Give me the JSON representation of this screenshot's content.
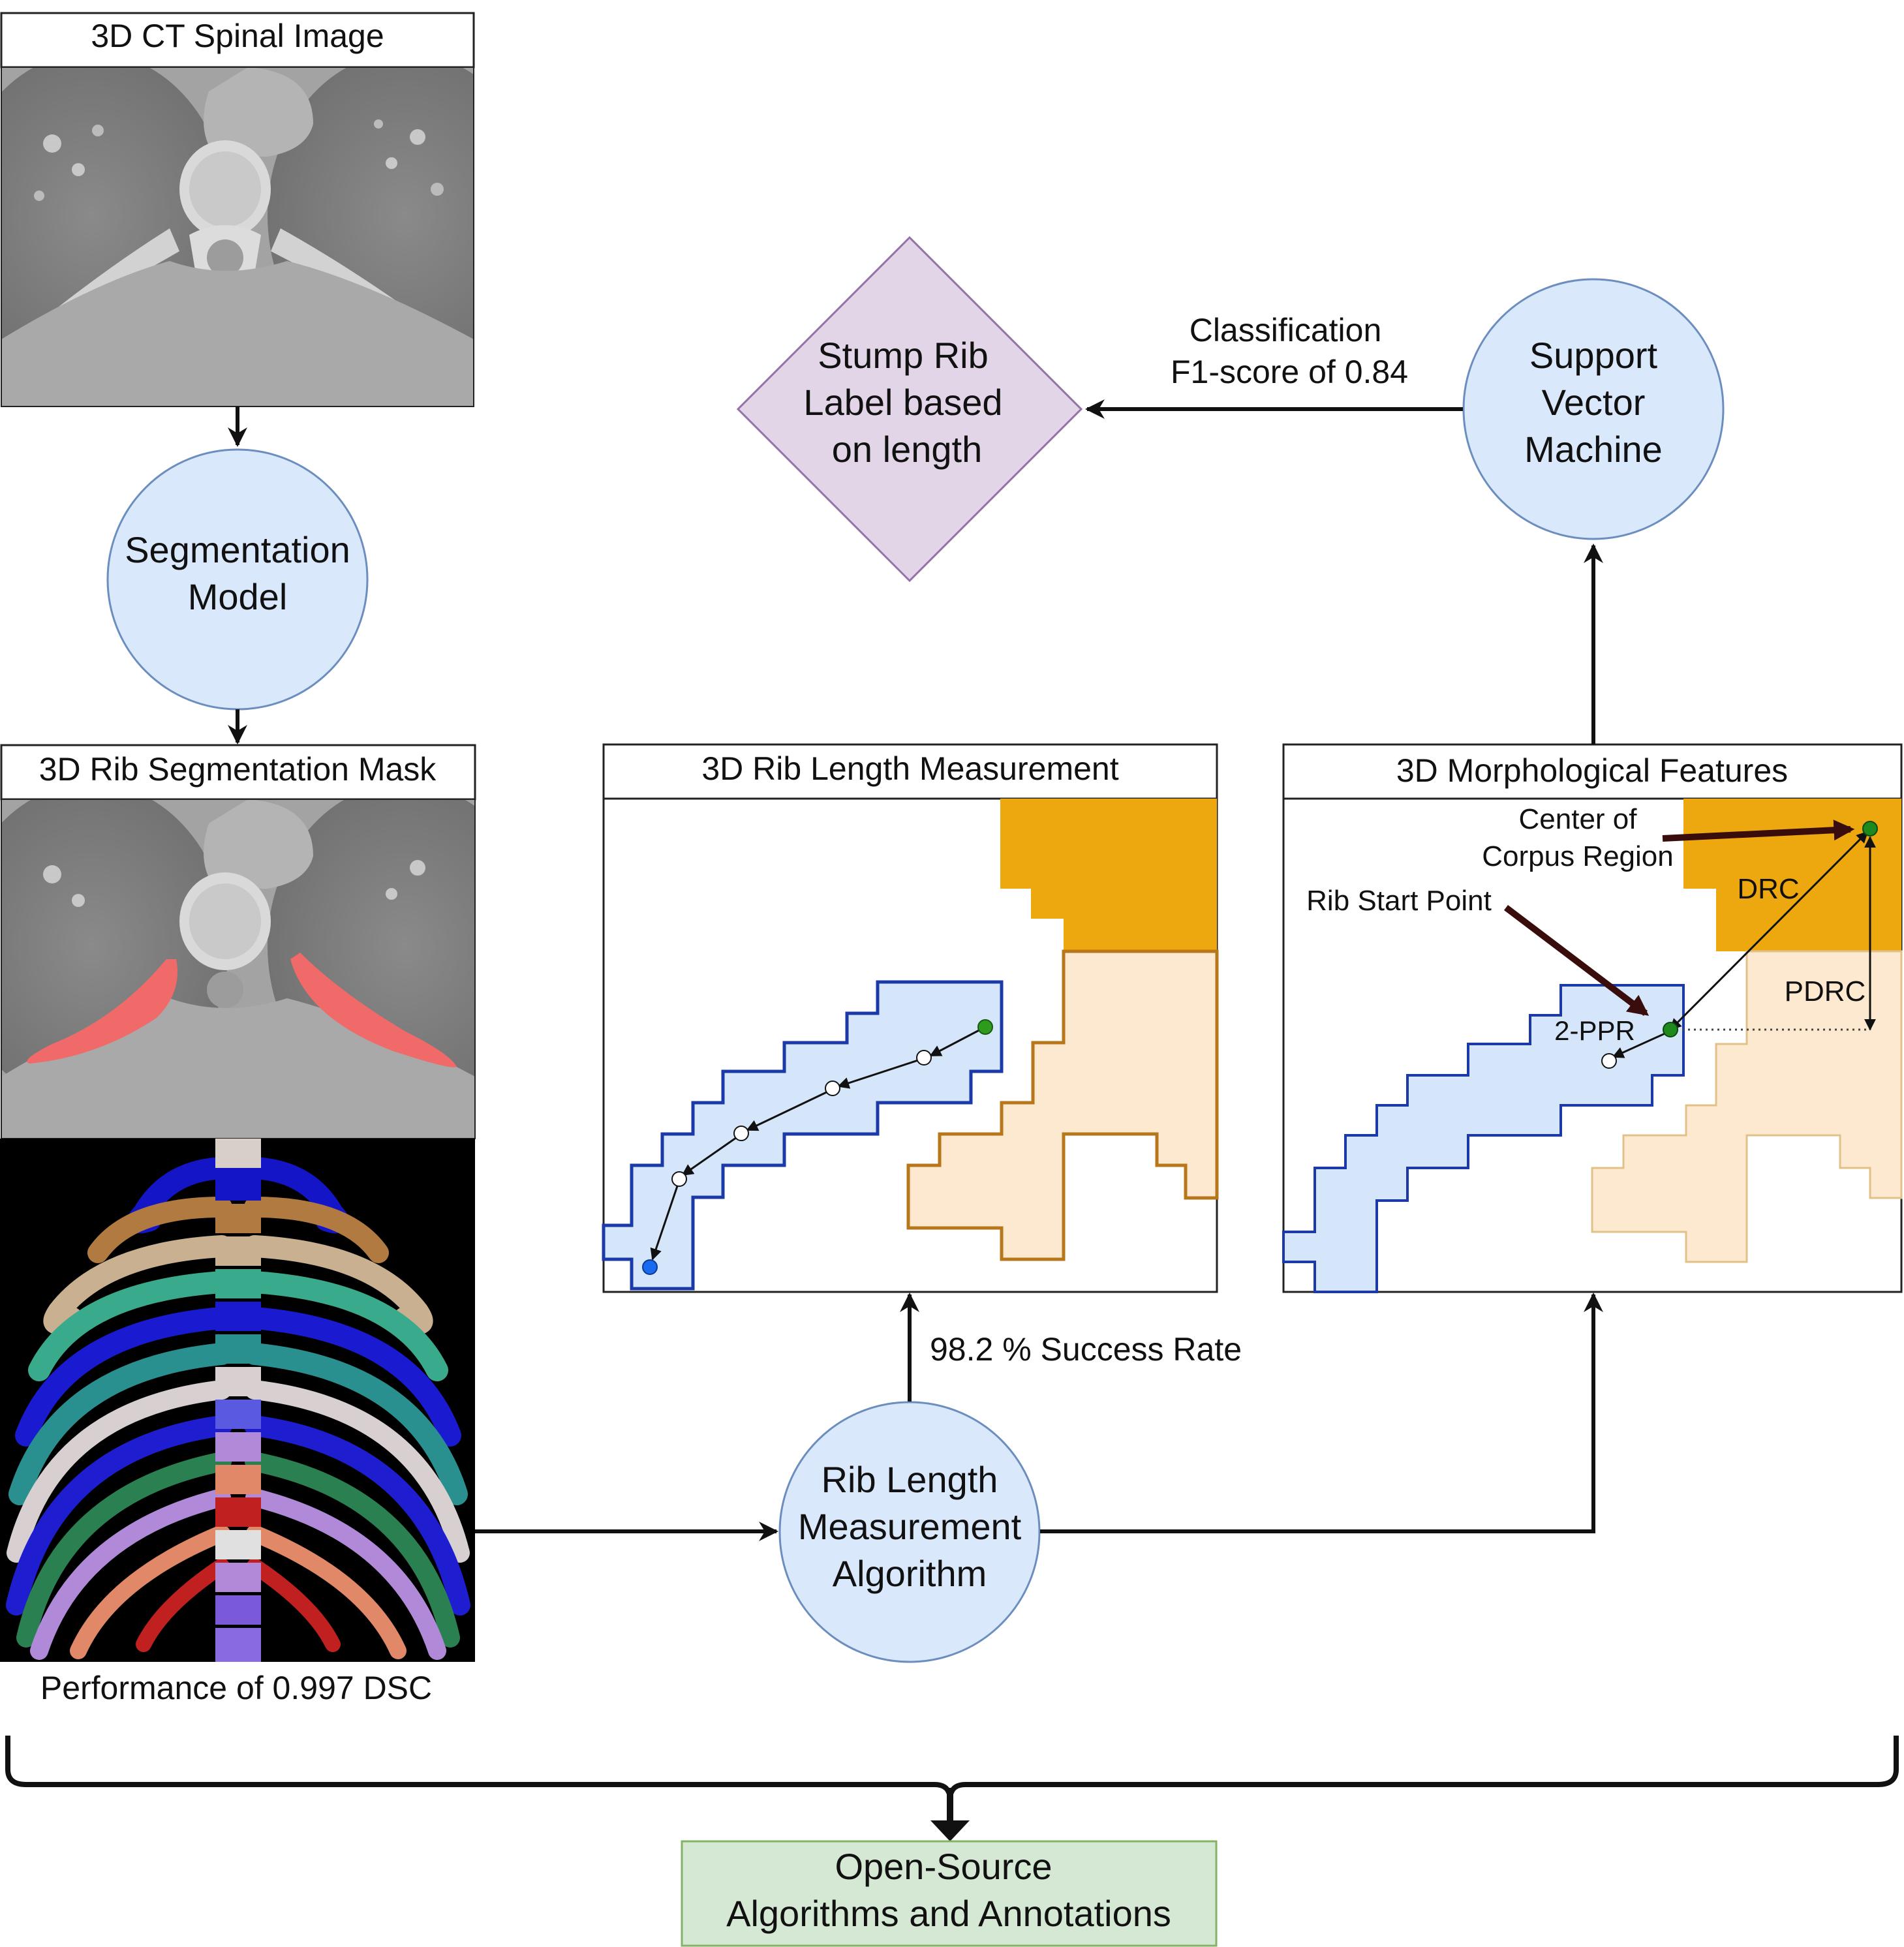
{
  "nodes": {
    "ct_title": "3D CT Spinal Image",
    "segmentation_model": [
      "Segmentation",
      "Model"
    ],
    "mask_title": "3D Rib Segmentation Mask",
    "dsc_caption": "Performance of 0.997 DSC",
    "rib_length_algorithm": [
      "Rib Length",
      "Measurement",
      "Algorithm"
    ],
    "success_rate": "98.2 % Success Rate",
    "length_panel_title": "3D Rib Length Measurement",
    "morph_panel_title": "3D Morphological Features",
    "svm": [
      "Support",
      "Vector",
      "Machine"
    ],
    "classification": [
      "Classification",
      "F1-score of 0.84"
    ],
    "stump_label": [
      "Stump Rib",
      "Label based",
      "on length"
    ],
    "open_source": [
      "Open-Source",
      "Algorithms and Annotations"
    ]
  },
  "morph_annotations": {
    "center_corpus": [
      "Center of",
      "Corpus Region"
    ],
    "rib_start": "Rib Start Point",
    "drc": "DRC",
    "pdrc": "PDRC",
    "ppr": "2-PPR"
  },
  "colors": {
    "circle_fill": "#dae8fc",
    "circle_stroke": "#6c8ebf",
    "diamond_fill": "#e1d5e7",
    "diamond_stroke": "#9673a6",
    "green_fill": "#d5e8d4",
    "green_stroke": "#82b366",
    "rib_blue_fill": "#d6e6fa",
    "rib_blue_stroke": "#1b3aa8",
    "vertebra_dark": "#eda80f",
    "vertebra_light": "#fde8d0",
    "vertebra_stroke": "#b8761a",
    "rib_mask_red": "#f06a6a",
    "dark_arrow": "#3a0d0d"
  }
}
